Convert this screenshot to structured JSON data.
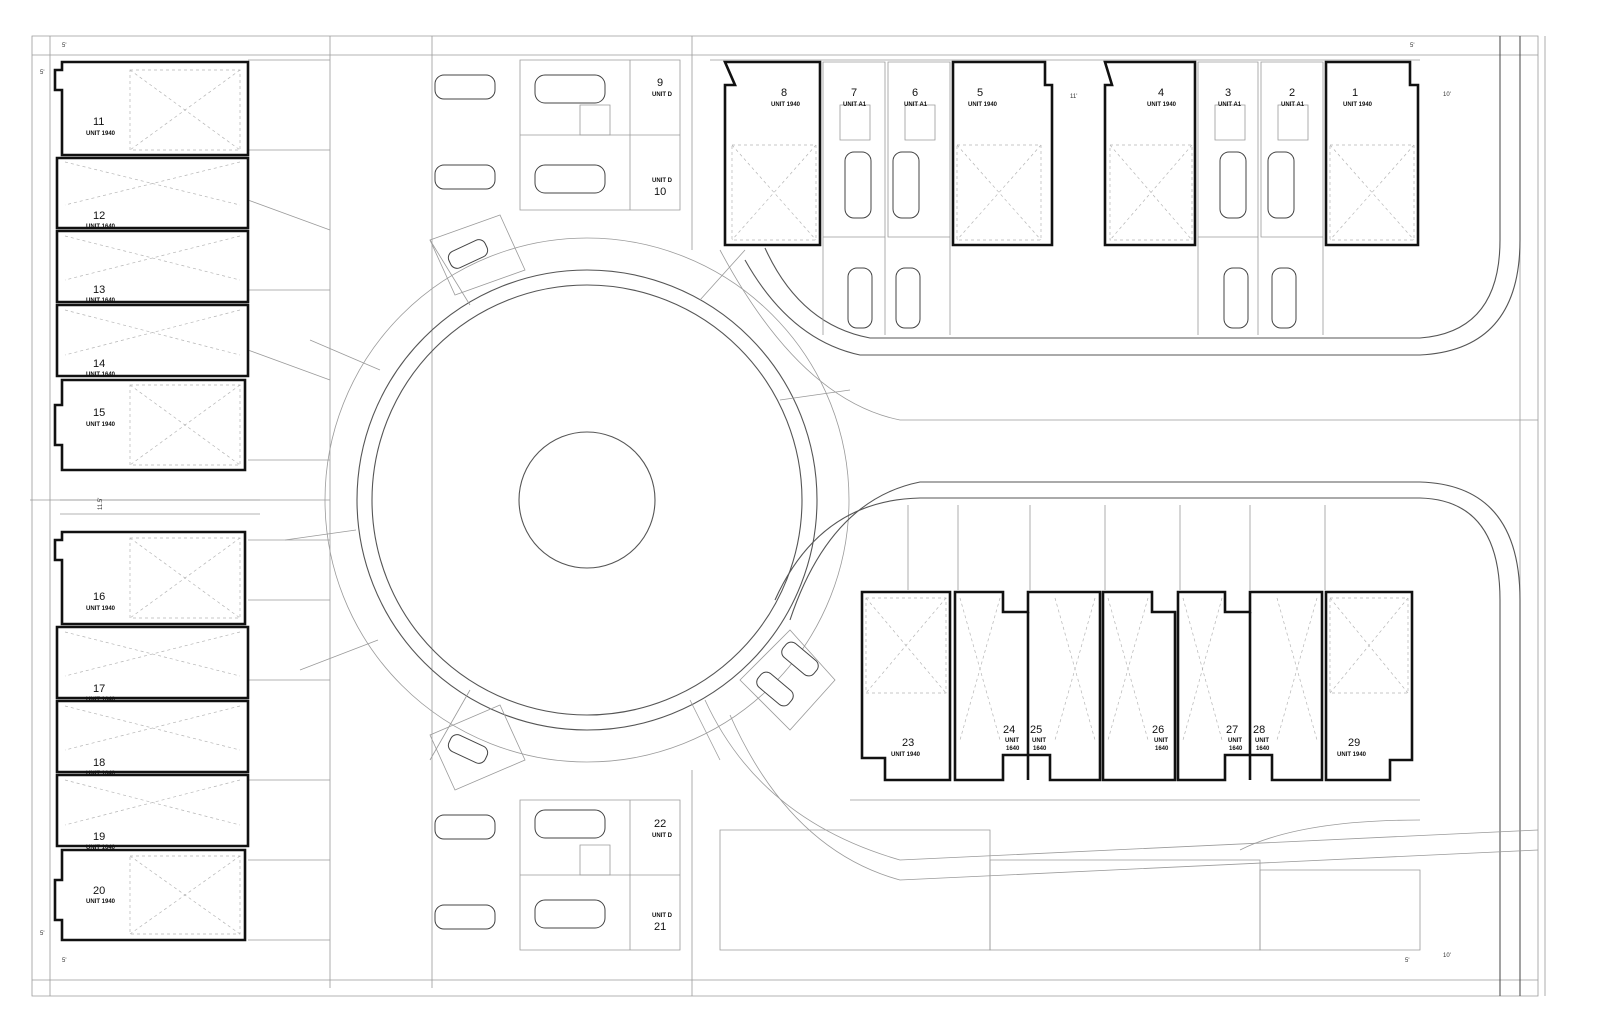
{
  "units": {
    "u1": {
      "num": "1",
      "type": "UNIT 1940"
    },
    "u2": {
      "num": "2",
      "type": "UNIT A1"
    },
    "u3": {
      "num": "3",
      "type": "UNIT A1"
    },
    "u4": {
      "num": "4",
      "type": "UNIT 1940"
    },
    "u5": {
      "num": "5",
      "type": "UNIT 1940"
    },
    "u6": {
      "num": "6",
      "type": "UNIT A1"
    },
    "u7": {
      "num": "7",
      "type": "UNIT A1"
    },
    "u8": {
      "num": "8",
      "type": "UNIT 1940"
    },
    "u9": {
      "num": "9",
      "type": "UNIT D"
    },
    "u10": {
      "num": "10",
      "type": "UNIT D"
    },
    "u11": {
      "num": "11",
      "type": "UNIT 1940"
    },
    "u12": {
      "num": "12",
      "type": "UNIT 1640"
    },
    "u13": {
      "num": "13",
      "type": "UNIT 1640"
    },
    "u14": {
      "num": "14",
      "type": "UNIT 1640"
    },
    "u15": {
      "num": "15",
      "type": "UNIT 1940"
    },
    "u16": {
      "num": "16",
      "type": "UNIT 1940"
    },
    "u17": {
      "num": "17",
      "type": "UNIT 1640"
    },
    "u18": {
      "num": "18",
      "type": "UNIT 1640"
    },
    "u19": {
      "num": "19",
      "type": "UNIT 1640"
    },
    "u20": {
      "num": "20",
      "type": "UNIT 1940"
    },
    "u21": {
      "num": "21",
      "type": "UNIT D"
    },
    "u22": {
      "num": "22",
      "type": "UNIT D"
    },
    "u23": {
      "num": "23",
      "type": "UNIT 1940"
    },
    "u24": {
      "num": "24",
      "type1": "UNIT",
      "type2": "1640"
    },
    "u25": {
      "num": "25",
      "type1": "UNIT",
      "type2": "1640"
    },
    "u26": {
      "num": "26",
      "type1": "UNIT",
      "type2": "1640"
    },
    "u27": {
      "num": "27",
      "type1": "UNIT",
      "type2": "1640"
    },
    "u28": {
      "num": "28",
      "type1": "UNIT",
      "type2": "1640"
    },
    "u29": {
      "num": "29",
      "type": "UNIT 1940"
    }
  },
  "dimensions": {
    "d5a": "5'",
    "d5b": "5'",
    "d5c": "5'",
    "d5d": "5'",
    "d5e": "5'",
    "d5f": "5'",
    "d10a": "10'",
    "d10b": "10'",
    "d11": "11'",
    "d115": "11.5'"
  }
}
